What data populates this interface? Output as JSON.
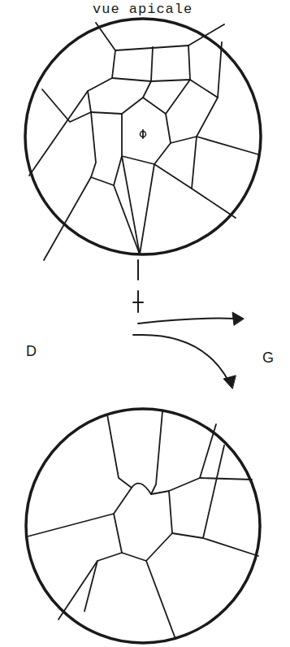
{
  "diagram": {
    "title": "vue apicale",
    "labels": [
      "D",
      "G"
    ]
  }
}
